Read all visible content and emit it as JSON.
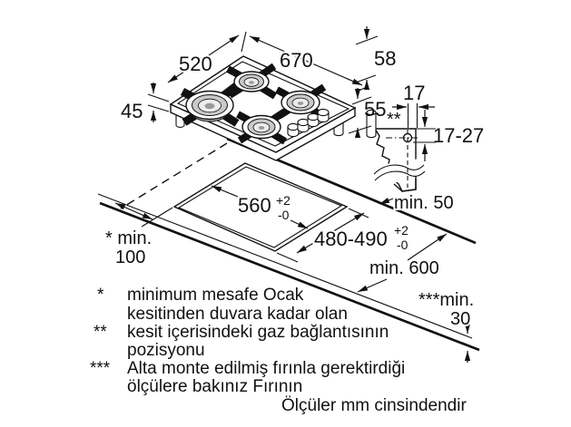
{
  "title": "Gas hob installation dimensions diagram",
  "labels": {
    "hob_depth": "520",
    "hob_width": "670",
    "hob_height": "58",
    "hob_body_height_left": "45",
    "hob_body_height_right": "55",
    "gas_offset": "17",
    "gas_conn_marker": "**",
    "gas_height_range": "17-27",
    "rear_clearance": "min. 50",
    "cutout_width": "560",
    "cutout_width_plus": "+2",
    "cutout_width_minus": "-0",
    "cutout_depth": "480-490",
    "cutout_depth_plus": "+2",
    "cutout_depth_minus": "-0",
    "side_clearance_1": "* min.",
    "side_clearance_2": "100",
    "worktop_depth": "min. 600",
    "under_clearance_1": "***min.",
    "under_clearance_2": "30"
  },
  "footnotes": [
    {
      "marker": "*",
      "line1": "minimum mesafe Ocak",
      "line2": "kesitinden duvara kadar olan"
    },
    {
      "marker": "**",
      "line1": "kesit içerisindeki gaz bağlantısının",
      "line2": "pozisyonu"
    },
    {
      "marker": "***",
      "line1": "Alta monte edilmiş fırınla gerektirdiği",
      "line2": "ölçülere bakınız Fırının"
    }
  ],
  "units_note": "Ölçüler mm cinsindendir",
  "colors": {
    "line": "#111111",
    "burner_gray": "#c9c9c9",
    "burner_light": "#ececec",
    "burner_dark": "#b5b5b5",
    "background": "#ffffff"
  }
}
